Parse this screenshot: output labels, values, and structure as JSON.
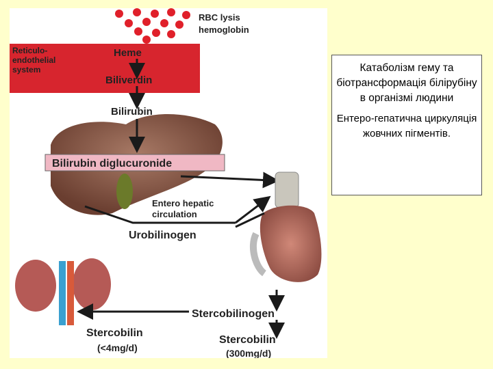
{
  "diagram": {
    "rbc_label": "RBC lysis",
    "hemoglobin_label": "hemoglobin",
    "res_label_line1": "Reticulo-",
    "res_label_line2": "endothelial",
    "res_label_line3": "system",
    "heme_label": "Heme",
    "biliverdin_label": "Biliverdin",
    "bilirubin_label": "Bilirubin",
    "diglucuronide_label": "Bilirubin diglucuronide",
    "entero_label_line1": "Entero hepatic",
    "entero_label_line2": "circulation",
    "urobilinogen_label": "Urobilinogen",
    "stercobilinogen_label": "Stercobilinogen",
    "stercobilin_kidney_label": "Stercobilin",
    "stercobilin_kidney_amount": "(<4mg/d)",
    "stercobilin_feces_label": "Stercobilin",
    "stercobilin_feces_amount": "(300mg/d)",
    "colors": {
      "res_band": "#d7252e",
      "drops": "#e0202a",
      "diglucuronide_box": "#f0b8c4",
      "liver": "#8a5a4a",
      "arrow": "#1a1a1a"
    }
  },
  "caption": {
    "title": "Катаболізм гему та біотрансформація білірубіну в організмі людини",
    "subtitle": "Ентеро-гепатична циркуляція жовчних пігментів."
  }
}
